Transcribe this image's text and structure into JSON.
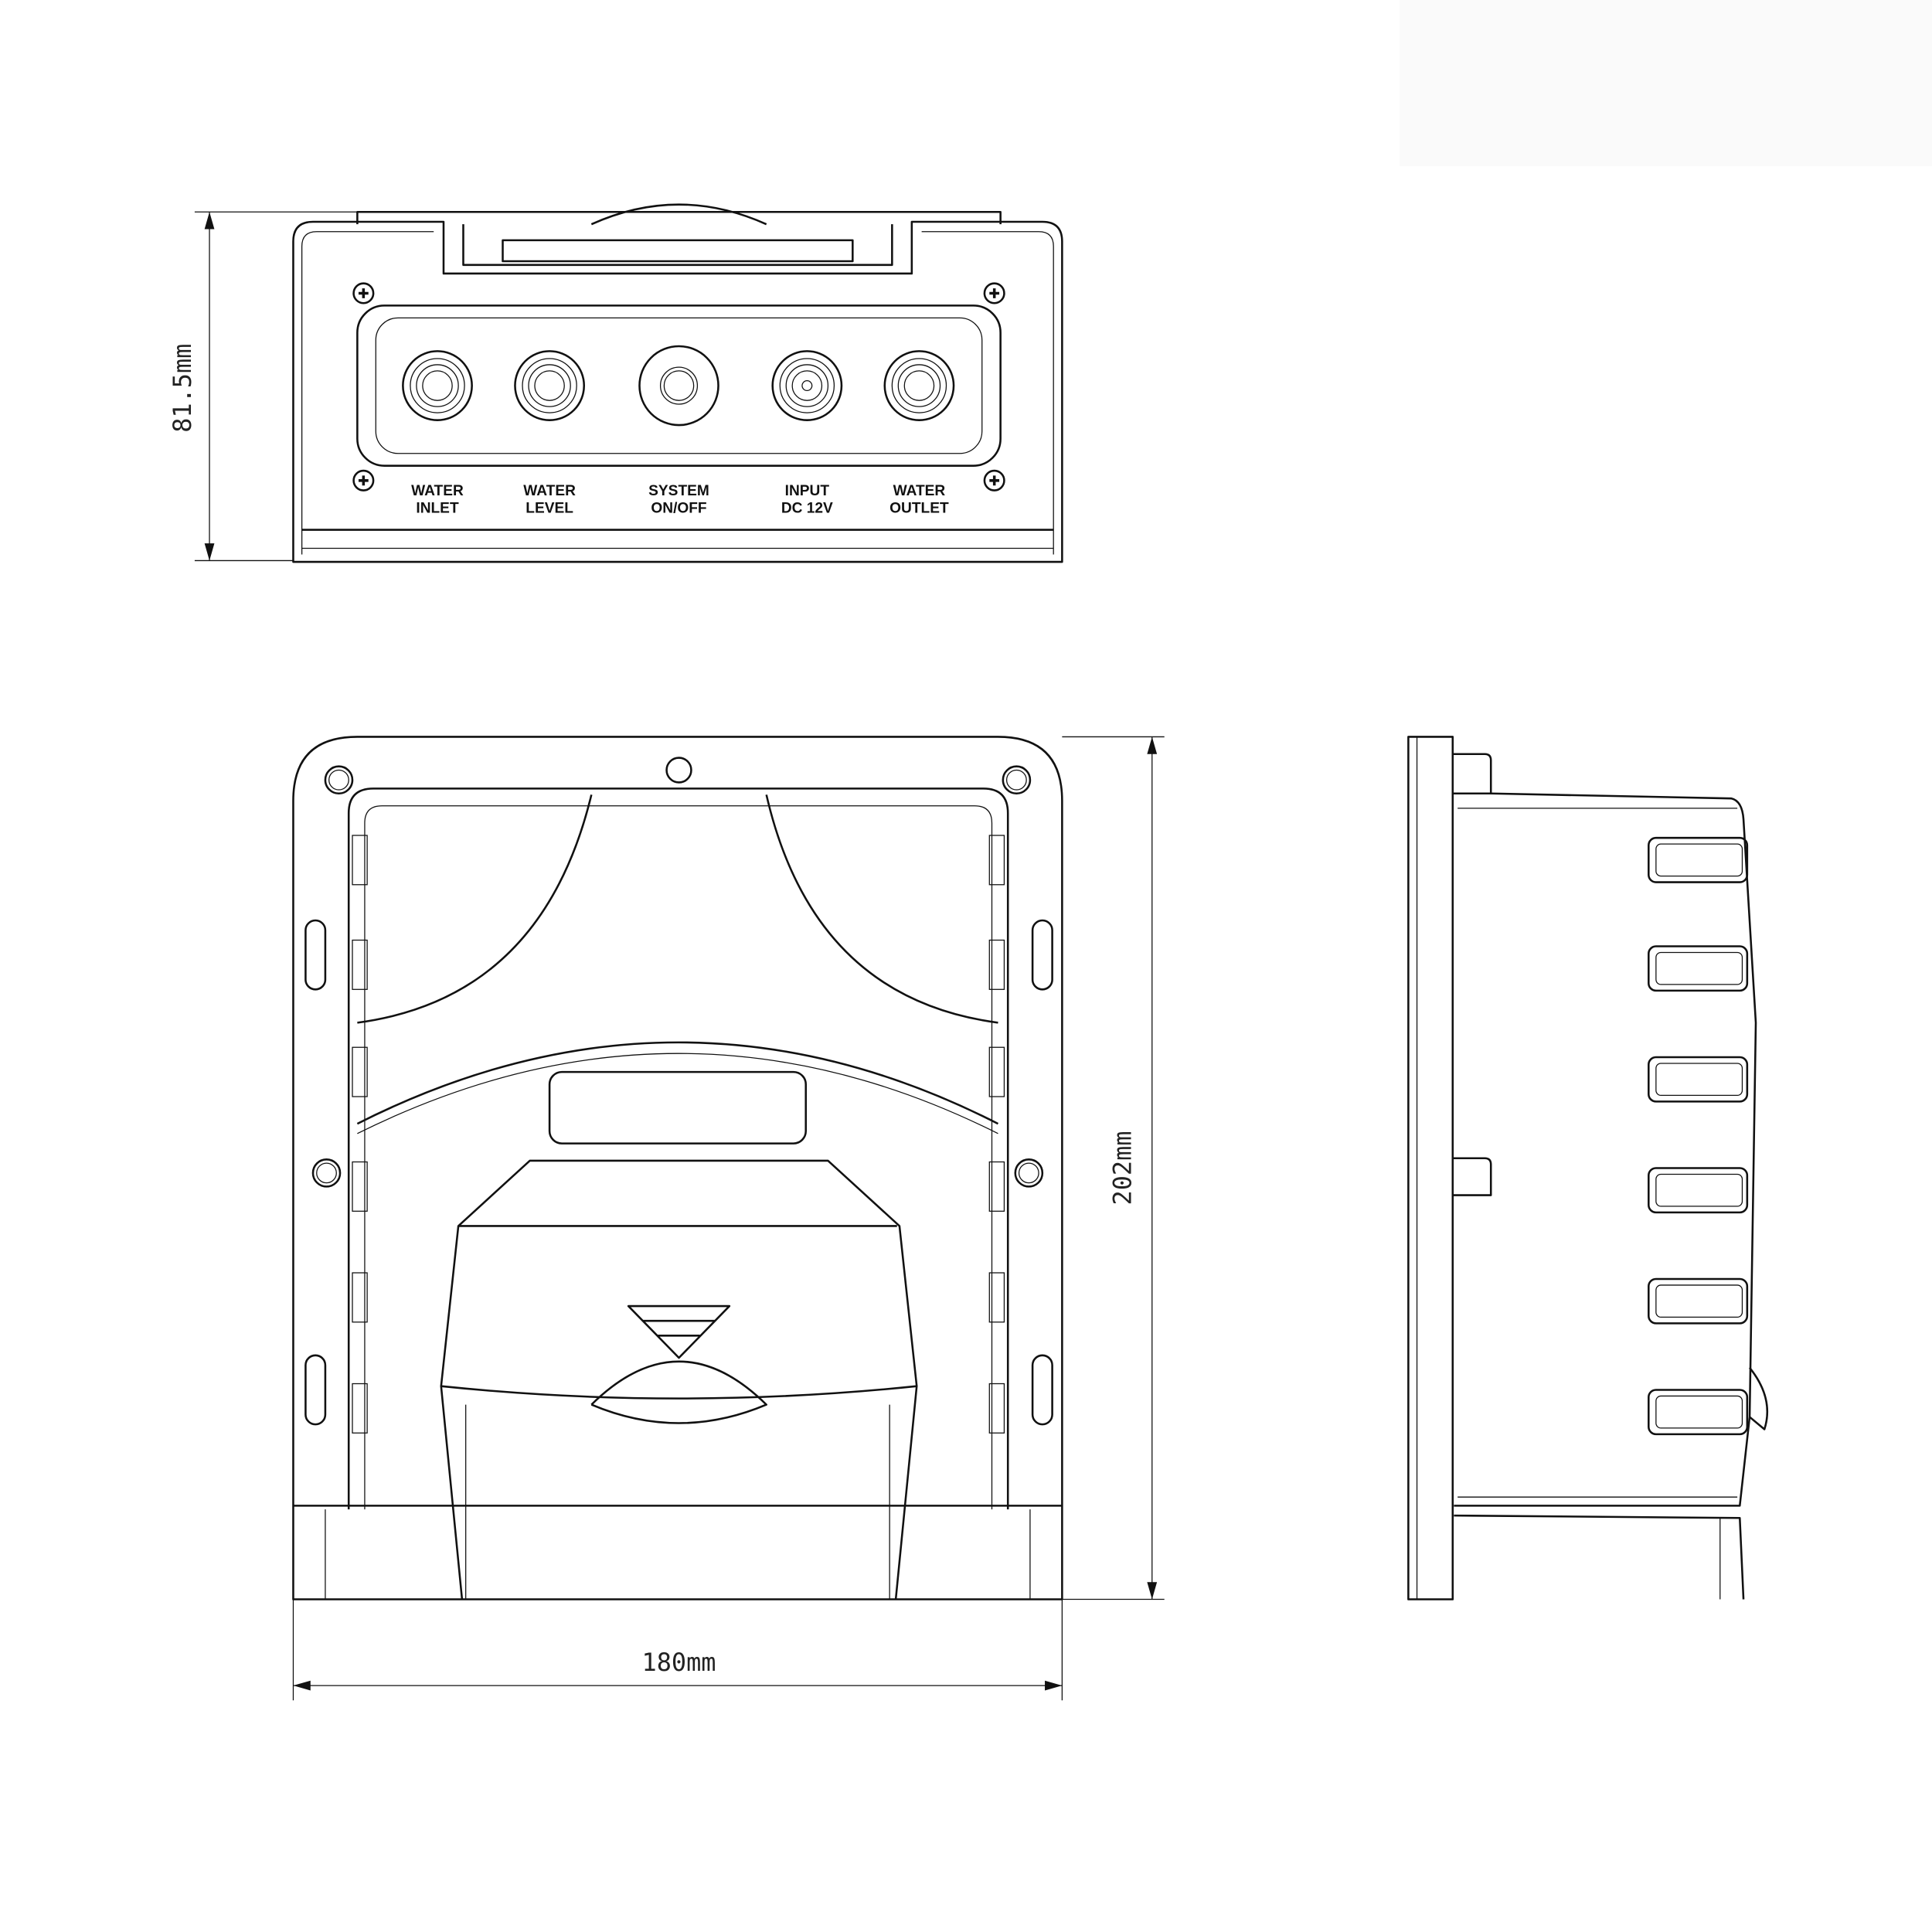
{
  "top_view": {
    "ports": [
      {
        "line1": "WATER",
        "line2": "INLET"
      },
      {
        "line1": "WATER",
        "line2": "LEVEL"
      },
      {
        "line1": "SYSTEM",
        "line2": "ON/OFF"
      },
      {
        "line1": "INPUT",
        "line2": "DC 12V"
      },
      {
        "line1": "WATER",
        "line2": "OUTLET"
      }
    ]
  },
  "dimensions": {
    "depth": "81.5mm",
    "height": "202mm",
    "width": "180mm"
  },
  "colors": {
    "line": "#111111",
    "background": "#ffffff",
    "corner_patch": "#fafafa"
  }
}
